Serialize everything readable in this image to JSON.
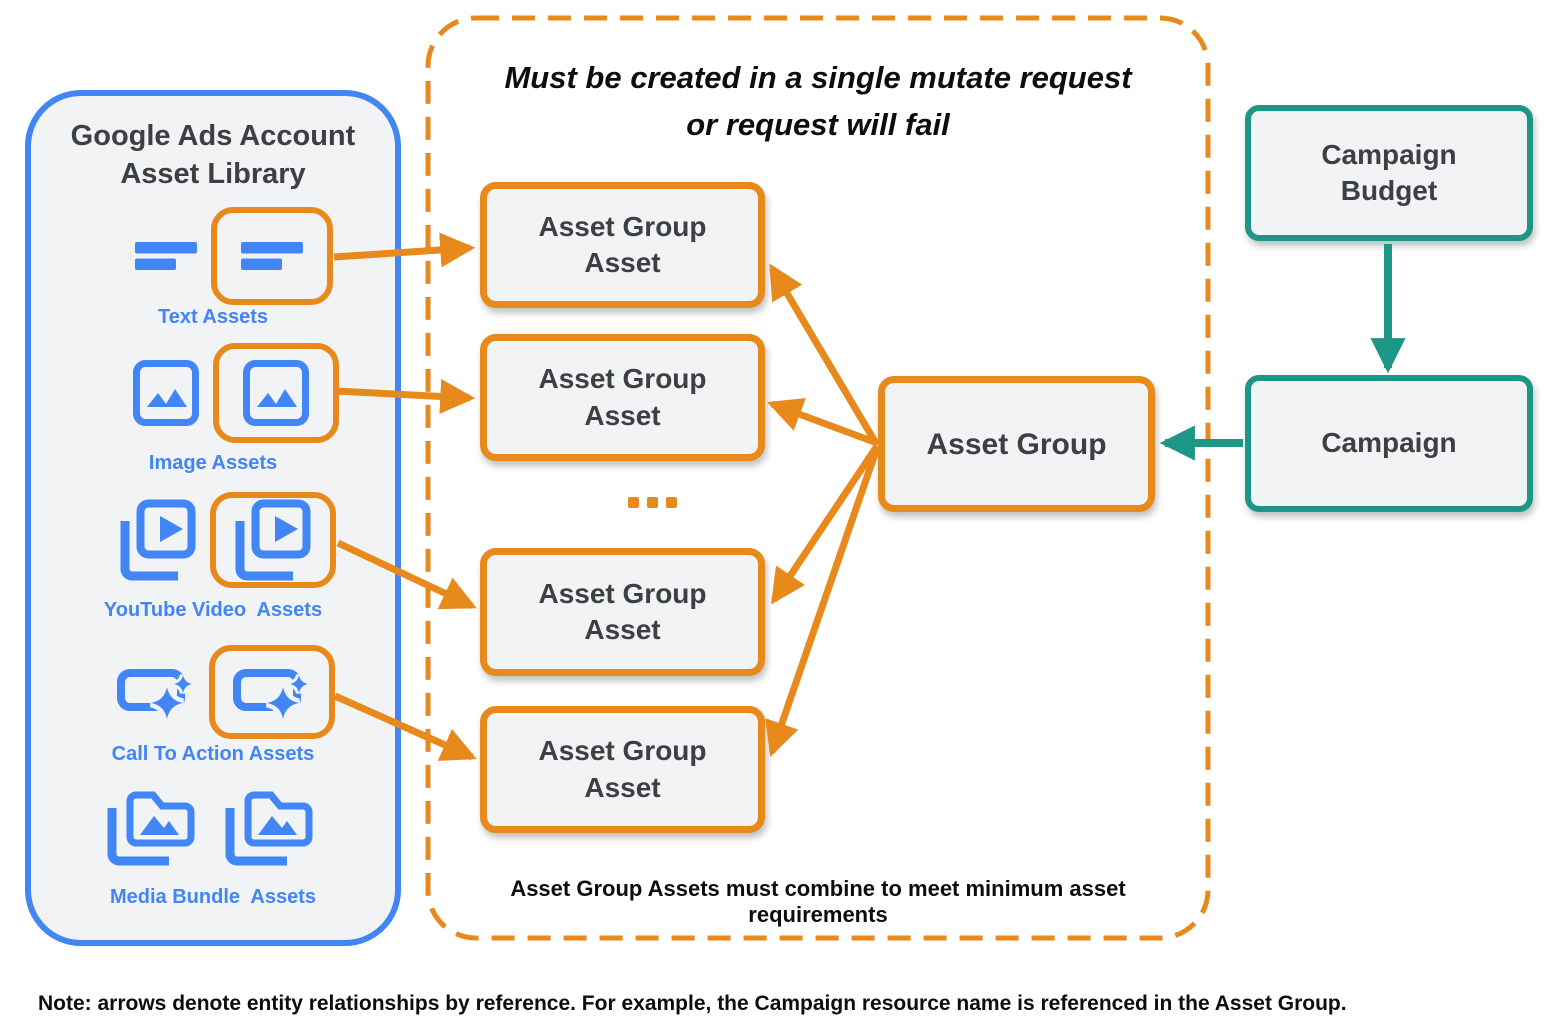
{
  "colors": {
    "orange": "#E8891C",
    "teal": "#1E9687",
    "blue": "#4285F4",
    "box_fill": "#F1F3F4",
    "text_dark": "#3C4043",
    "text_black": "#0d0d0d"
  },
  "library": {
    "title": "Google Ads Account\nAsset Library",
    "rows": [
      {
        "label": "Text Assets",
        "icon": "text-lines-icon",
        "highlighted": true
      },
      {
        "label": "Image Assets",
        "icon": "image-icon",
        "highlighted": true
      },
      {
        "label": "YouTube Video  Assets",
        "icon": "video-library-icon",
        "highlighted": true
      },
      {
        "label": "Call To Action Assets",
        "icon": "cta-sparkle-icon",
        "highlighted": true
      },
      {
        "label": "Media Bundle  Assets",
        "icon": "media-bundle-icon",
        "highlighted": false
      }
    ]
  },
  "mutate_panel": {
    "title": "Must be created in a single mutate request\nor request will fail",
    "boxes": [
      {
        "label": "Asset Group\nAsset"
      },
      {
        "label": "Asset Group\nAsset"
      },
      {
        "label": "Asset Group\nAsset"
      },
      {
        "label": "Asset Group\nAsset"
      }
    ],
    "ellipsis": "...",
    "footer": "Asset Group Assets must combine to meet minimum asset requirements"
  },
  "asset_group": {
    "label": "Asset Group"
  },
  "campaign_budget": {
    "label": "Campaign\nBudget"
  },
  "campaign": {
    "label": "Campaign"
  },
  "note": "Note: arrows denote entity relationships by reference. For example, the Campaign resource name is referenced in the Asset Group."
}
